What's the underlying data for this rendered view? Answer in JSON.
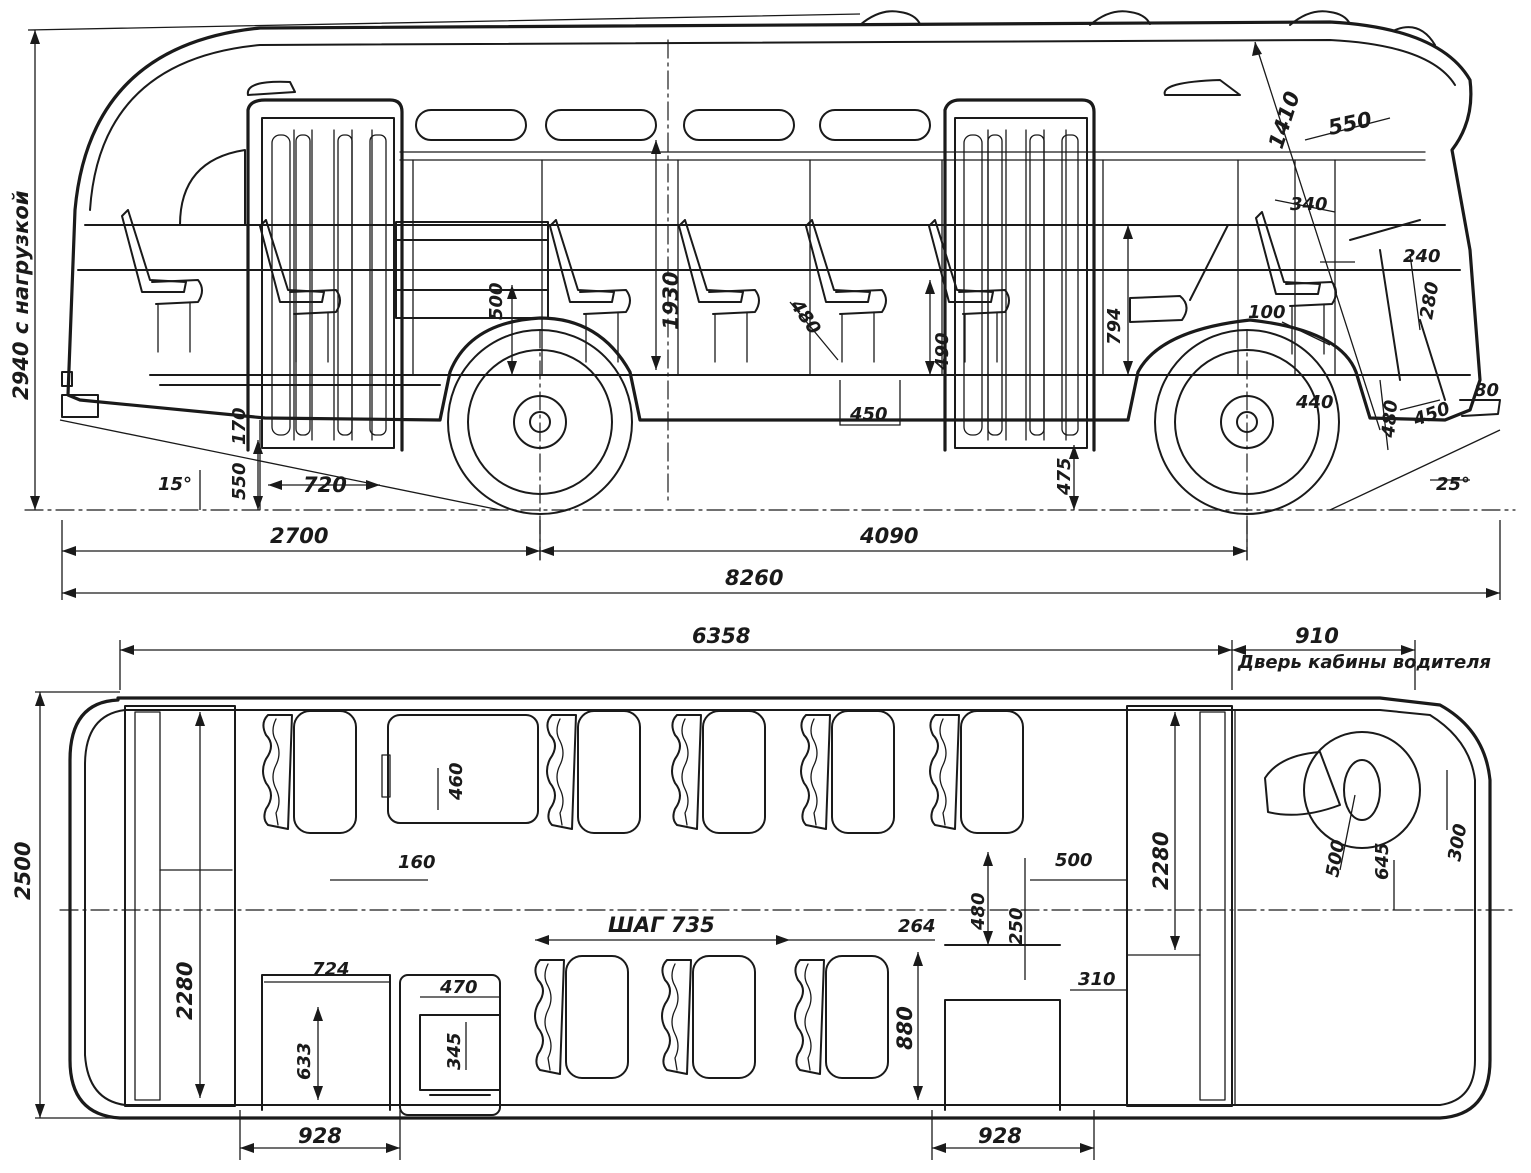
{
  "side_view": {
    "height_label": "2940 с нагрузкой",
    "dims": {
      "d1410": "1410",
      "d550": "550",
      "d340": "340",
      "d240": "240",
      "d280": "280",
      "d100": "100",
      "d440": "440",
      "d480r": "480",
      "d450r": "450",
      "d80": "80",
      "d25deg": "25°",
      "d1930": "1930",
      "d500": "500",
      "d480": "480",
      "d490": "490",
      "d794": "794",
      "d450": "450",
      "d170": "170",
      "d550b": "550",
      "d15deg": "15°",
      "d720": "720",
      "d475": "475",
      "d2700": "2700",
      "d4090": "4090",
      "d8260": "8260"
    }
  },
  "plan_view": {
    "dims": {
      "d6358": "6358",
      "d910": "910",
      "driver_door": "Дверь кабины водителя",
      "d2500": "2500",
      "d2280l": "2280",
      "d460": "460",
      "d160": "160",
      "d500": "500",
      "d2280r": "2280",
      "d480": "480",
      "d250": "250",
      "step": "ШАГ 735",
      "d264": "264",
      "d724": "724",
      "d470": "470",
      "d345": "345",
      "d633": "633",
      "d880": "880",
      "d310": "310",
      "d928l": "928",
      "d928r": "928",
      "d500w": "500",
      "d645": "645",
      "d300": "300"
    }
  }
}
